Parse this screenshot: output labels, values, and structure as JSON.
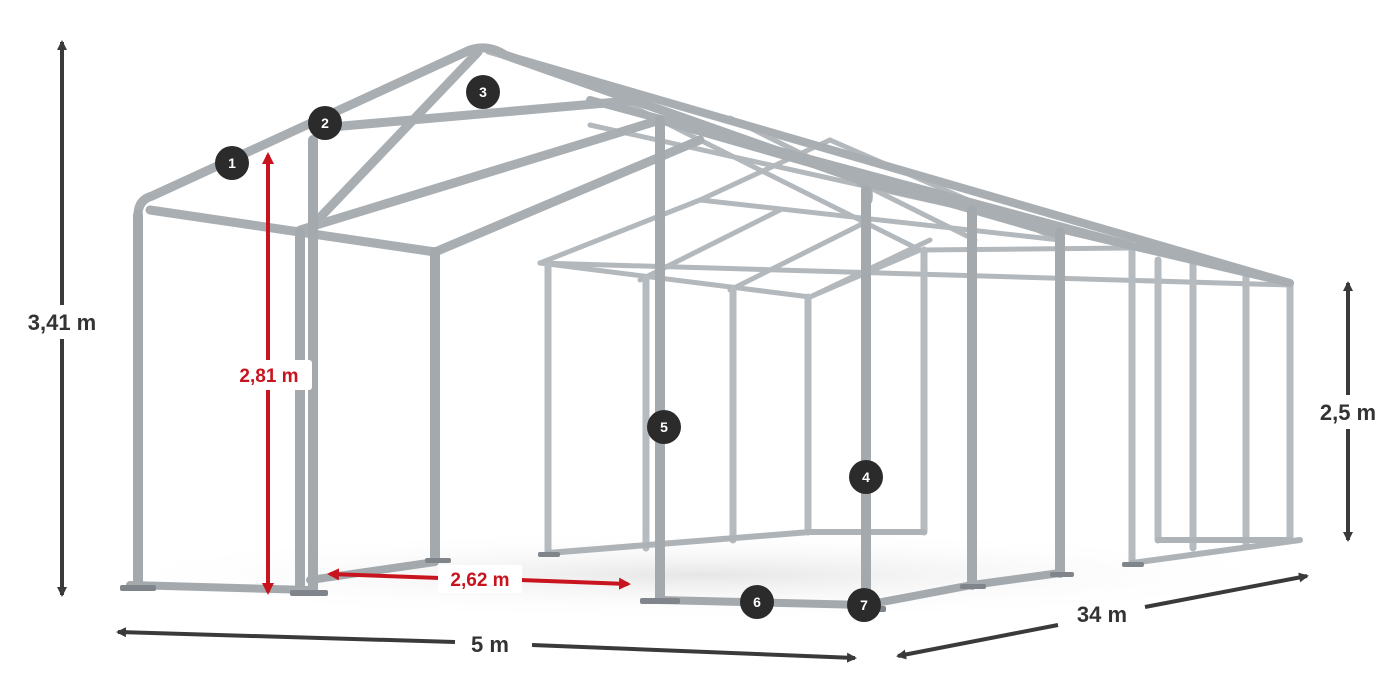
{
  "dimensions": {
    "total_height": "3,41 m",
    "side_height": "2,5 m",
    "door_height": "2,81 m",
    "door_width": "2,62 m",
    "width": "5 m",
    "length": "34 m"
  },
  "callouts": [
    "1",
    "2",
    "3",
    "4",
    "5",
    "6",
    "7"
  ],
  "colors": {
    "frame": "#a9aeb2",
    "frame_dark": "#7f858a",
    "badge": "#2b2b2b",
    "dimension_line": "#3a3a3a",
    "accent_red": "#c8141e"
  }
}
